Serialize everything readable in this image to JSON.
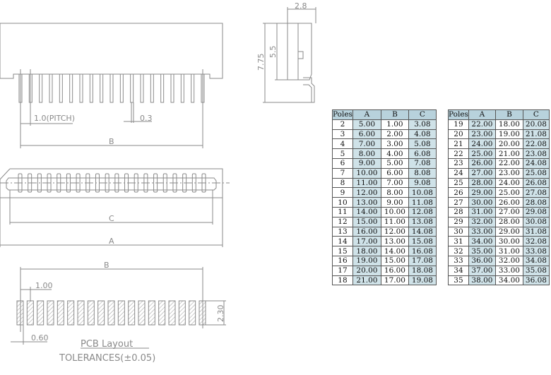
{
  "drawing": {
    "top_view": {
      "pitch_label": "1.0(PITCH)",
      "pin_width_label": "0.3",
      "dim_b": "B",
      "pin_count": 19
    },
    "side_view": {
      "width_label": "2.8",
      "height_total_label": "7.75",
      "height_body_label": "5.5"
    },
    "front_view": {
      "dim_c": "C",
      "dim_a": "A",
      "contact_count": 20
    },
    "pcb_layout": {
      "dim_b": "B",
      "pitch_label": "1.00",
      "pad_height_label": "2.30",
      "pad_width_label": "0.60",
      "title": "PCB Layout",
      "tolerance": "TOLERANCES(±0.05)",
      "pad_count": 19
    }
  },
  "tables": {
    "headers": [
      "Poles",
      "A",
      "B",
      "C"
    ],
    "left": [
      [
        "2",
        "5.00",
        "1.00",
        "3.08"
      ],
      [
        "3",
        "6.00",
        "2.00",
        "4.08"
      ],
      [
        "4",
        "7.00",
        "3.00",
        "5.08"
      ],
      [
        "5",
        "8.00",
        "4.00",
        "6.08"
      ],
      [
        "6",
        "9.00",
        "5.00",
        "7.08"
      ],
      [
        "7",
        "10.00",
        "6.00",
        "8.08"
      ],
      [
        "8",
        "11.00",
        "7.00",
        "9.08"
      ],
      [
        "9",
        "12.00",
        "8.00",
        "10.08"
      ],
      [
        "10",
        "13.00",
        "9.00",
        "11.08"
      ],
      [
        "11",
        "14.00",
        "10.00",
        "12.08"
      ],
      [
        "12",
        "15.00",
        "11.00",
        "13.08"
      ],
      [
        "13",
        "16.00",
        "12.00",
        "14.08"
      ],
      [
        "14",
        "17.00",
        "13.00",
        "15.08"
      ],
      [
        "15",
        "18.00",
        "14.00",
        "16.08"
      ],
      [
        "16",
        "19.00",
        "15.00",
        "17.08"
      ],
      [
        "17",
        "20.00",
        "16.00",
        "18.08"
      ],
      [
        "18",
        "21.00",
        "17.00",
        "19.08"
      ]
    ],
    "right": [
      [
        "19",
        "22.00",
        "18.00",
        "20.08"
      ],
      [
        "20",
        "23.00",
        "19.00",
        "21.08"
      ],
      [
        "21",
        "24.00",
        "20.00",
        "22.08"
      ],
      [
        "22",
        "25.00",
        "21.00",
        "23.08"
      ],
      [
        "23",
        "26.00",
        "22.00",
        "24.08"
      ],
      [
        "24",
        "27.00",
        "23.00",
        "25.08"
      ],
      [
        "25",
        "28.00",
        "24.00",
        "26.08"
      ],
      [
        "26",
        "29.00",
        "25.00",
        "27.08"
      ],
      [
        "27",
        "30.00",
        "26.00",
        "28.08"
      ],
      [
        "28",
        "31.00",
        "27.00",
        "29.08"
      ],
      [
        "29",
        "32.00",
        "28.00",
        "30.08"
      ],
      [
        "30",
        "33.00",
        "29.00",
        "31.08"
      ],
      [
        "31",
        "34.00",
        "30.00",
        "32.08"
      ],
      [
        "32",
        "35.00",
        "31.00",
        "33.08"
      ],
      [
        "33",
        "36.00",
        "32.00",
        "34.08"
      ],
      [
        "34",
        "37.00",
        "33.00",
        "35.08"
      ],
      [
        "35",
        "38.00",
        "34.00",
        "36.08"
      ]
    ]
  },
  "colors": {
    "line": "#8a8a8a",
    "header_bg": "#b8d2dc",
    "shade_bg": "#cfe2e8"
  }
}
